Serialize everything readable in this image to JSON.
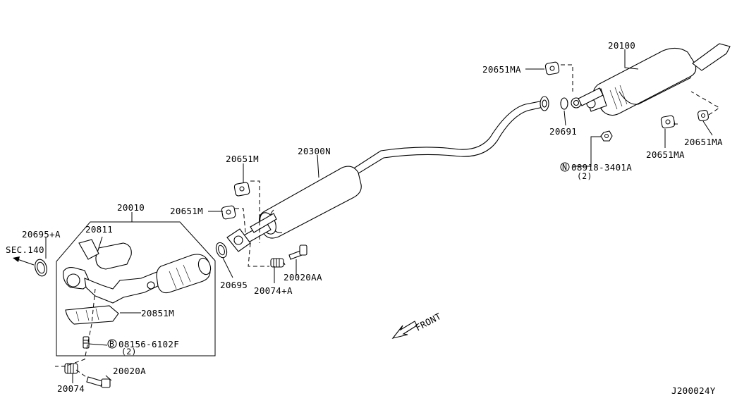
{
  "parts": {
    "p20100": "20100",
    "p20651MA_top": "20651MA",
    "p20691": "20691",
    "p20651MA_right": "20651MA",
    "p20651MA_mid": "20651MA",
    "p08918": "08918-3401A",
    "p08918_qty": "(2)",
    "p08918_prefix": "N",
    "p20300N": "20300N",
    "p20651M_a": "20651M",
    "p20651M_b": "20651M",
    "p20695": "20695",
    "p20074A": "20074+A",
    "p20020AA": "20020AA",
    "p20010": "20010",
    "p20811": "20811",
    "p20695A": "20695+A",
    "sec140": "SEC.140",
    "p20851M": "20851M",
    "p08156": "08156-6102F",
    "p08156_qty": "(2)",
    "p08156_prefix": "B",
    "p20074": "20074",
    "p20020A": "20020A"
  },
  "front_label": "FRONT",
  "diagram_id": "J200024Y"
}
